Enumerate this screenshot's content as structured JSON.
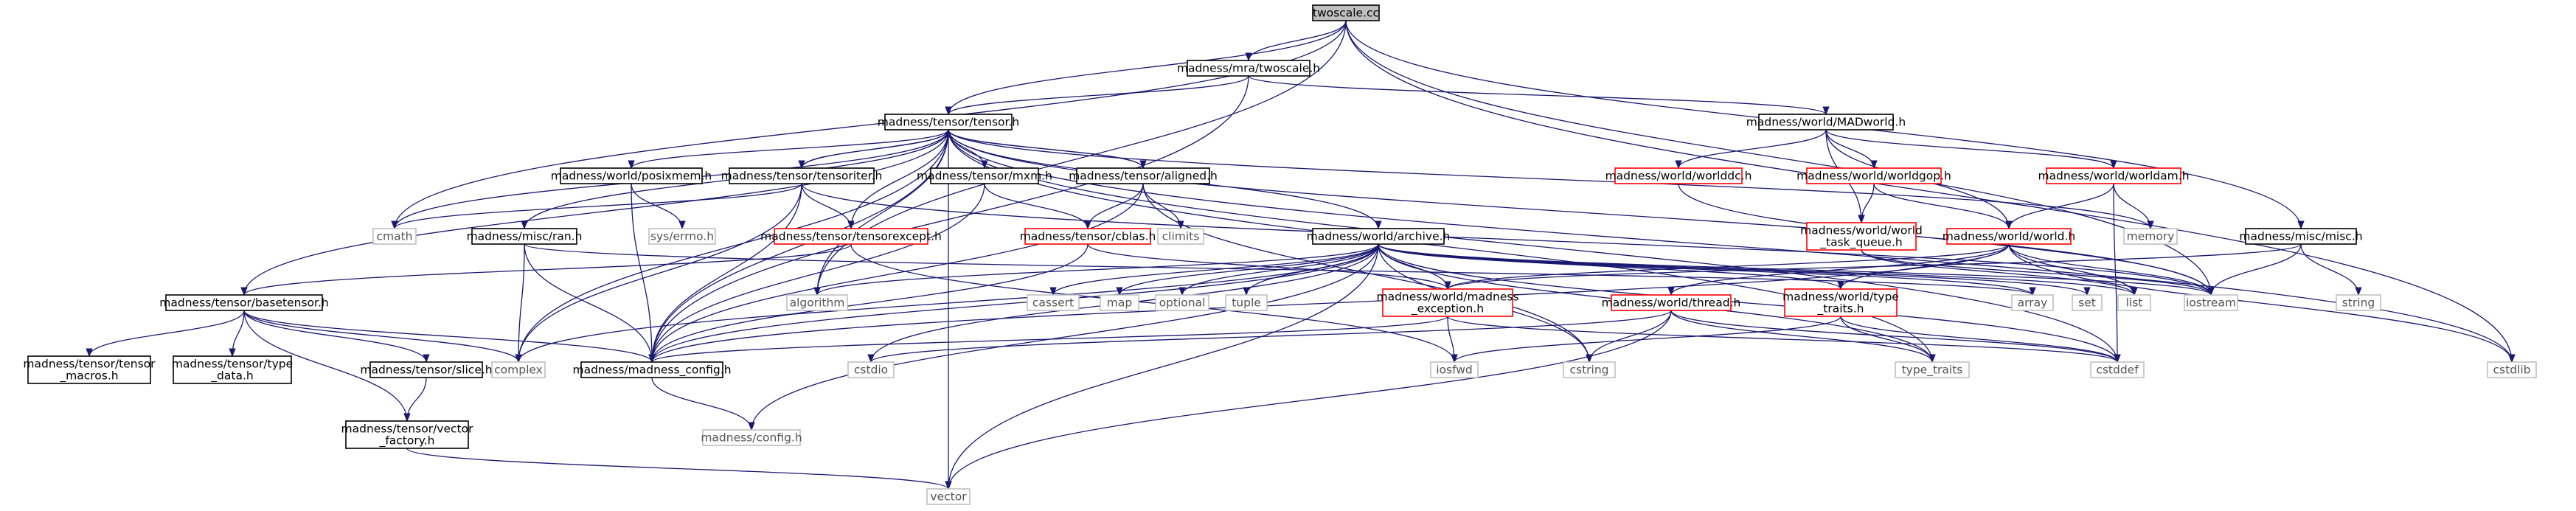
{
  "colors": {
    "edge": "#191970",
    "node_border_project": "#000000",
    "node_border_incomplete": "#ff0000",
    "node_border_system": "#bfbfbf",
    "root_fill": "#bfbfbf"
  },
  "nodes": [
    {
      "id": "twoscale_cc",
      "kind": "root",
      "lines": [
        "twoscale.cc"
      ]
    },
    {
      "id": "mra_twoscale",
      "kind": "dark",
      "lines": [
        "madness/mra/twoscale.h"
      ]
    },
    {
      "id": "tensor_h",
      "kind": "dark",
      "lines": [
        "madness/tensor/tensor.h"
      ]
    },
    {
      "id": "madworld_h",
      "kind": "dark",
      "lines": [
        "madness/world/MADworld.h"
      ]
    },
    {
      "id": "posixmem",
      "kind": "dark",
      "lines": [
        "madness/world/posixmem.h"
      ]
    },
    {
      "id": "tensoriter",
      "kind": "dark",
      "lines": [
        "madness/tensor/tensoriter.h"
      ]
    },
    {
      "id": "mxm",
      "kind": "dark",
      "lines": [
        "madness/tensor/mxm.h"
      ]
    },
    {
      "id": "aligned",
      "kind": "dark",
      "lines": [
        "madness/tensor/aligned.h"
      ]
    },
    {
      "id": "worlddc",
      "kind": "red",
      "lines": [
        "madness/world/worlddc.h"
      ]
    },
    {
      "id": "worldgop",
      "kind": "red",
      "lines": [
        "madness/world/worldgop.h"
      ]
    },
    {
      "id": "worldam",
      "kind": "red",
      "lines": [
        "madness/world/worldam.h"
      ]
    },
    {
      "id": "cmath",
      "kind": "grey",
      "lines": [
        "cmath"
      ]
    },
    {
      "id": "sys_errno",
      "kind": "grey",
      "lines": [
        "sys/errno.h"
      ]
    },
    {
      "id": "tensorexcept",
      "kind": "red",
      "lines": [
        "madness/tensor/tensorexcept.h"
      ]
    },
    {
      "id": "cblas",
      "kind": "red",
      "lines": [
        "madness/tensor/cblas.h"
      ]
    },
    {
      "id": "climits",
      "kind": "grey",
      "lines": [
        "climits"
      ]
    },
    {
      "id": "ran_h",
      "kind": "dark",
      "lines": [
        "madness/misc/ran.h"
      ]
    },
    {
      "id": "archive",
      "kind": "dark",
      "lines": [
        "madness/world/archive.h"
      ]
    },
    {
      "id": "task_queue",
      "kind": "red",
      "lines": [
        "madness/world/world",
        "_task_queue.h"
      ]
    },
    {
      "id": "world_h",
      "kind": "red",
      "lines": [
        "madness/world/world.h"
      ]
    },
    {
      "id": "memory",
      "kind": "grey",
      "lines": [
        "memory"
      ]
    },
    {
      "id": "misc_h",
      "kind": "dark",
      "lines": [
        "madness/misc/misc.h"
      ]
    },
    {
      "id": "basetensor",
      "kind": "dark",
      "lines": [
        "madness/tensor/basetensor.h"
      ]
    },
    {
      "id": "algorithm",
      "kind": "grey",
      "lines": [
        "algorithm"
      ]
    },
    {
      "id": "cassert",
      "kind": "grey",
      "lines": [
        "cassert"
      ]
    },
    {
      "id": "map",
      "kind": "grey",
      "lines": [
        "map"
      ]
    },
    {
      "id": "optional",
      "kind": "grey",
      "lines": [
        "optional"
      ]
    },
    {
      "id": "tuple",
      "kind": "grey",
      "lines": [
        "tuple"
      ]
    },
    {
      "id": "madness_exception",
      "kind": "red",
      "lines": [
        "madness/world/madness",
        "_exception.h"
      ]
    },
    {
      "id": "thread_h",
      "kind": "red",
      "lines": [
        "madness/world/thread.h"
      ]
    },
    {
      "id": "type_traits_h",
      "kind": "red",
      "lines": [
        "madness/world/type",
        "_traits.h"
      ]
    },
    {
      "id": "array",
      "kind": "grey",
      "lines": [
        "array"
      ]
    },
    {
      "id": "set",
      "kind": "grey",
      "lines": [
        "set"
      ]
    },
    {
      "id": "list",
      "kind": "grey",
      "lines": [
        "list"
      ]
    },
    {
      "id": "iostream",
      "kind": "grey",
      "lines": [
        "iostream"
      ]
    },
    {
      "id": "string",
      "kind": "grey",
      "lines": [
        "string"
      ]
    },
    {
      "id": "tensor_macros",
      "kind": "dark",
      "lines": [
        "madness/tensor/tensor",
        "_macros.h"
      ]
    },
    {
      "id": "type_data",
      "kind": "dark",
      "lines": [
        "madness/tensor/type",
        "_data.h"
      ]
    },
    {
      "id": "slice_h",
      "kind": "dark",
      "lines": [
        "madness/tensor/slice.h"
      ]
    },
    {
      "id": "complex",
      "kind": "grey",
      "lines": [
        "complex"
      ]
    },
    {
      "id": "madness_config",
      "kind": "dark",
      "lines": [
        "madness/madness_config.h"
      ]
    },
    {
      "id": "cstdio",
      "kind": "grey",
      "lines": [
        "cstdio"
      ]
    },
    {
      "id": "iosfwd",
      "kind": "grey",
      "lines": [
        "iosfwd"
      ]
    },
    {
      "id": "cstring",
      "kind": "grey",
      "lines": [
        "cstring"
      ]
    },
    {
      "id": "type_traits",
      "kind": "grey",
      "lines": [
        "type_traits"
      ]
    },
    {
      "id": "cstddef",
      "kind": "grey",
      "lines": [
        "cstddef"
      ]
    },
    {
      "id": "cstdlib",
      "kind": "grey",
      "lines": [
        "cstdlib"
      ]
    },
    {
      "id": "vector_factory",
      "kind": "dark",
      "lines": [
        "madness/tensor/vector",
        "_factory.h"
      ]
    },
    {
      "id": "config_h",
      "kind": "grey",
      "lines": [
        "madness/config.h"
      ]
    },
    {
      "id": "vector",
      "kind": "grey",
      "lines": [
        "vector"
      ]
    }
  ],
  "edges": [
    [
      "twoscale_cc",
      "mra_twoscale"
    ],
    [
      "twoscale_cc",
      "tensor_h"
    ],
    [
      "twoscale_cc",
      "cmath"
    ],
    [
      "twoscale_cc",
      "misc_h"
    ],
    [
      "twoscale_cc",
      "iostream"
    ],
    [
      "twoscale_cc",
      "cstdlib"
    ],
    [
      "twoscale_cc",
      "algorithm"
    ],
    [
      "mra_twoscale",
      "tensor_h"
    ],
    [
      "mra_twoscale",
      "madworld_h"
    ],
    [
      "mra_twoscale",
      "madness_config"
    ],
    [
      "tensor_h",
      "posixmem"
    ],
    [
      "tensor_h",
      "tensoriter"
    ],
    [
      "tensor_h",
      "mxm"
    ],
    [
      "tensor_h",
      "aligned"
    ],
    [
      "tensor_h",
      "cmath"
    ],
    [
      "tensor_h",
      "tensorexcept"
    ],
    [
      "tensor_h",
      "ran_h"
    ],
    [
      "tensor_h",
      "archive"
    ],
    [
      "tensor_h",
      "basetensor"
    ],
    [
      "tensor_h",
      "complex"
    ],
    [
      "tensor_h",
      "madness_config"
    ],
    [
      "tensor_h",
      "vector"
    ],
    [
      "tensor_h",
      "memory"
    ],
    [
      "tensor_h",
      "cstdlib"
    ],
    [
      "tensor_h",
      "cstddef"
    ],
    [
      "tensor_h",
      "iostream"
    ],
    [
      "tensor_h",
      "type_traits"
    ],
    [
      "tensor_h",
      "algorithm"
    ],
    [
      "madworld_h",
      "worlddc"
    ],
    [
      "madworld_h",
      "worldgop"
    ],
    [
      "madworld_h",
      "worldam"
    ],
    [
      "madworld_h",
      "world_h"
    ],
    [
      "madworld_h",
      "task_queue"
    ],
    [
      "posixmem",
      "madness_config"
    ],
    [
      "posixmem",
      "sys_errno"
    ],
    [
      "tensoriter",
      "tensor_h"
    ],
    [
      "tensoriter",
      "tensorexcept"
    ],
    [
      "tensoriter",
      "cmath"
    ],
    [
      "tensoriter",
      "complex"
    ],
    [
      "tensoriter",
      "madness_config"
    ],
    [
      "tensoriter",
      "iostream"
    ],
    [
      "mxm",
      "madness_config"
    ],
    [
      "mxm",
      "cblas"
    ],
    [
      "aligned",
      "tensor_h"
    ],
    [
      "aligned",
      "cblas"
    ],
    [
      "aligned",
      "climits"
    ],
    [
      "aligned",
      "madness_config"
    ],
    [
      "aligned",
      "cstring"
    ],
    [
      "worlddc",
      "iostream"
    ],
    [
      "worldgop",
      "world_h"
    ],
    [
      "worldgop",
      "task_queue"
    ],
    [
      "worldam",
      "world_h"
    ],
    [
      "worldam",
      "memory"
    ],
    [
      "worldam",
      "cstddef"
    ],
    [
      "tensorexcept",
      "basetensor"
    ],
    [
      "tensorexcept",
      "iosfwd"
    ],
    [
      "cblas",
      "madness_config"
    ],
    [
      "cblas",
      "madness_exception"
    ],
    [
      "ran_h",
      "complex"
    ],
    [
      "ran_h",
      "madness_config"
    ],
    [
      "ran_h",
      "array"
    ],
    [
      "archive",
      "algorithm"
    ],
    [
      "archive",
      "cassert"
    ],
    [
      "archive",
      "map"
    ],
    [
      "archive",
      "optional"
    ],
    [
      "archive",
      "tuple"
    ],
    [
      "archive",
      "madness_exception"
    ],
    [
      "archive",
      "type_traits_h"
    ],
    [
      "archive",
      "array"
    ],
    [
      "archive",
      "set"
    ],
    [
      "archive",
      "list"
    ],
    [
      "archive",
      "iostream"
    ],
    [
      "archive",
      "cstdio"
    ],
    [
      "archive",
      "cstring"
    ],
    [
      "archive",
      "vector"
    ],
    [
      "archive",
      "complex"
    ],
    [
      "archive",
      "madness_config"
    ],
    [
      "archive",
      "config_h"
    ],
    [
      "archive",
      "type_traits"
    ],
    [
      "archive",
      "cstddef"
    ],
    [
      "task_queue",
      "iostream"
    ],
    [
      "task_queue",
      "list"
    ],
    [
      "world_h",
      "madness_exception"
    ],
    [
      "world_h",
      "thread_h"
    ],
    [
      "world_h",
      "list"
    ],
    [
      "world_h",
      "iostream"
    ],
    [
      "world_h",
      "madness_config"
    ],
    [
      "world_h",
      "cstdlib"
    ],
    [
      "world_h",
      "type_traits_h"
    ],
    [
      "misc_h",
      "iostream"
    ],
    [
      "misc_h",
      "string"
    ],
    [
      "misc_h",
      "madness_exception"
    ],
    [
      "basetensor",
      "tensor_macros"
    ],
    [
      "basetensor",
      "type_data"
    ],
    [
      "basetensor",
      "slice_h"
    ],
    [
      "basetensor",
      "vector_factory"
    ],
    [
      "basetensor",
      "complex"
    ],
    [
      "basetensor",
      "madness_config"
    ],
    [
      "madness_exception",
      "madness_config"
    ],
    [
      "madness_exception",
      "iosfwd"
    ],
    [
      "madness_exception",
      "cstddef"
    ],
    [
      "thread_h",
      "cstring"
    ],
    [
      "thread_h",
      "type_traits"
    ],
    [
      "thread_h",
      "cstdio"
    ],
    [
      "thread_h",
      "vector"
    ],
    [
      "thread_h",
      "cstddef"
    ],
    [
      "type_traits_h",
      "type_traits"
    ],
    [
      "type_traits_h",
      "iosfwd"
    ],
    [
      "type_traits_h",
      "cstddef"
    ],
    [
      "slice_h",
      "vector_factory"
    ],
    [
      "madness_config",
      "config_h"
    ],
    [
      "vector_factory",
      "vector"
    ]
  ]
}
